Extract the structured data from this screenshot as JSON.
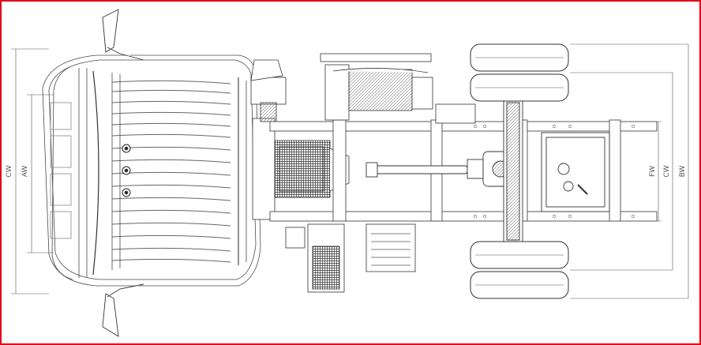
{
  "colors": {
    "frame": "#e2001a",
    "line": "#4a4a4a",
    "light": "#9a9a9a",
    "dark": "#222222"
  },
  "dimensions": {
    "cab_width": "CW",
    "axle_width": "AW",
    "frame_width": "FW",
    "cab_width_right": "CW",
    "body_width": "BW"
  }
}
